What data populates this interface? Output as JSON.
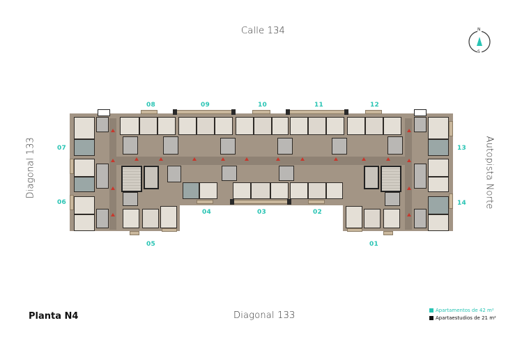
{
  "streets": {
    "top": "Calle 134",
    "bottom": "Diagonal 133",
    "left": "Diagonal 133",
    "right": "Autopista Norte"
  },
  "compass": {
    "north": "N",
    "south": "S",
    "accent": "#29c4b4"
  },
  "title": "Planta N4",
  "legend": [
    {
      "label": "Apartamentos de 42 m²",
      "color": "#29c4b4"
    },
    {
      "label": "Apartaestudios de 21 m²",
      "color": "#111111"
    }
  ],
  "units": {
    "u01": "01",
    "u02": "02",
    "u03": "03",
    "u04": "04",
    "u05": "05",
    "u06": "06",
    "u07": "07",
    "u08": "08",
    "u09": "09",
    "u10": "10",
    "u11": "11",
    "u12": "12",
    "u13": "13",
    "u14": "14"
  },
  "colors": {
    "unit_label": "#29c4b4",
    "door_marker": "#c8372c"
  }
}
